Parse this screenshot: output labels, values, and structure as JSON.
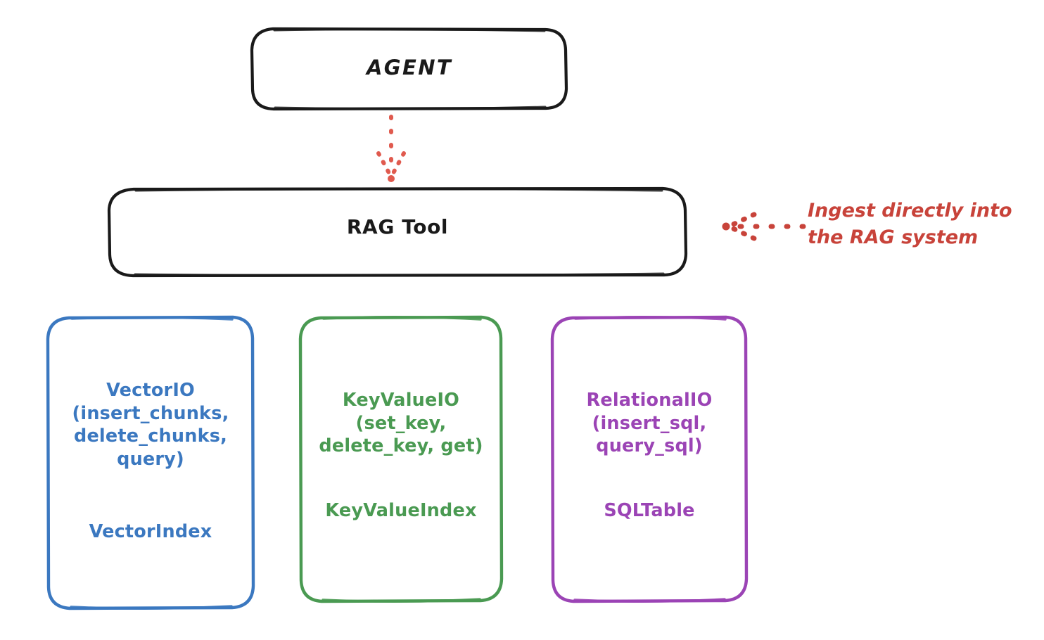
{
  "diagram": {
    "title_node": "AGENT",
    "tool_node": "RAG Tool",
    "annotation": "Ingest directly into\nthe RAG system",
    "colors": {
      "ink": "#1a1a1a",
      "red": "#c8433a",
      "blue": "#3b78c0",
      "green": "#4a9a52",
      "purple": "#9b44b5",
      "background": "#ffffff"
    },
    "stores": [
      {
        "id": "vector",
        "api": "VectorIO\n(insert_chunks,\ndelete_chunks,\nquery)",
        "index": "VectorIndex",
        "color": "#3b78c0"
      },
      {
        "id": "keyvalue",
        "api": "KeyValueIO\n(set_key,\ndelete_key, get)",
        "index": "KeyValueIndex",
        "color": "#4a9a52"
      },
      {
        "id": "relational",
        "api": "RelationalIO\n(insert_sql,\nquery_sql)",
        "index": "SQLTable",
        "color": "#9b44b5"
      }
    ],
    "connectors": [
      {
        "id": "agent-to-ragtool",
        "style": "dotted-arrow",
        "direction": "down",
        "color": "#c8433a"
      },
      {
        "id": "annotation-to-ragtool",
        "style": "dotted-arrow",
        "direction": "left",
        "color": "#c8433a"
      }
    ]
  }
}
